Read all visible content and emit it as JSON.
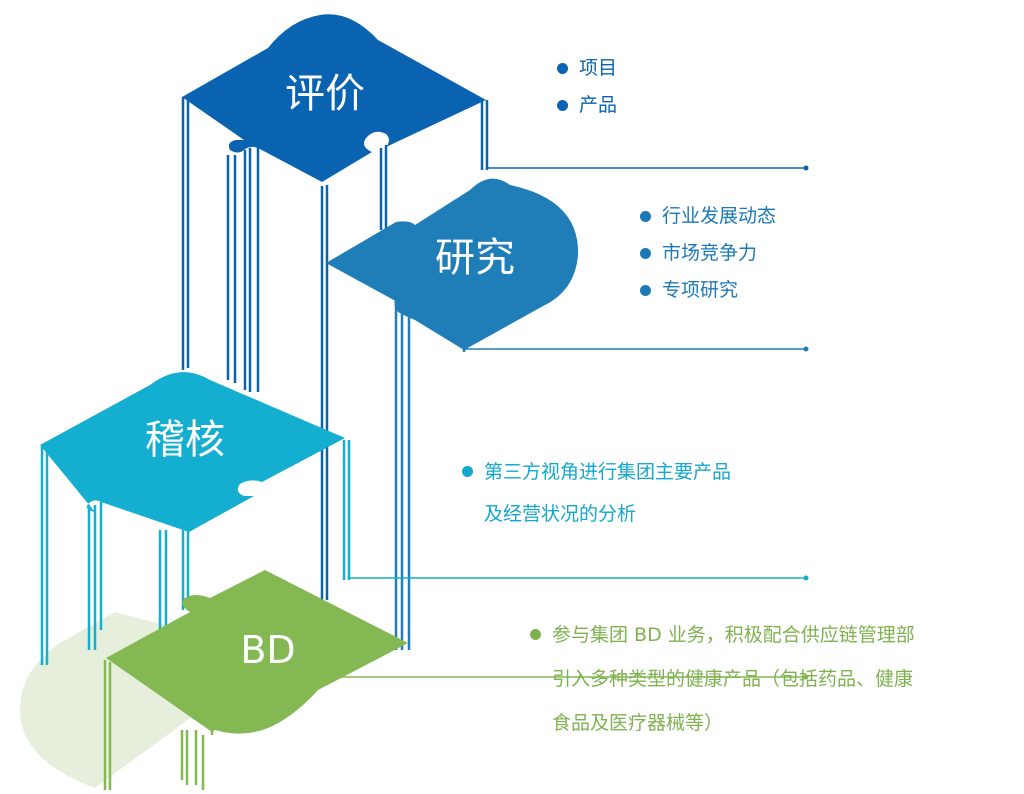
{
  "pieces": {
    "pingjia": {
      "label": "评价",
      "color": "#0a63b0"
    },
    "yanjiu": {
      "label": "研究",
      "color": "#1f7db8"
    },
    "jihe": {
      "label": "稽核",
      "color": "#14aed1"
    },
    "bd": {
      "label": "BD",
      "color": "#84b852"
    }
  },
  "lists": {
    "pingjia": [
      "项目",
      "产品"
    ],
    "yanjiu": [
      "行业发展动态",
      "市场竞争力",
      "专项研究"
    ],
    "jihe": {
      "line1": "第三方视角进行集团主要产品",
      "line2": "及经营状况的分析"
    },
    "bd": {
      "line1": "参与集团 BD 业务，积极配合供应链管理部",
      "line2": "引入多种类型的健康产品（包括药品、健康",
      "line3": "食品及医疗器械等）"
    }
  }
}
